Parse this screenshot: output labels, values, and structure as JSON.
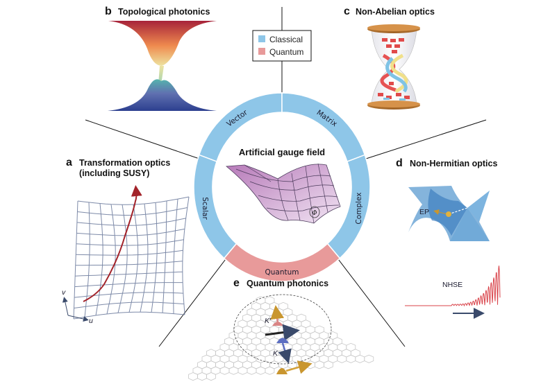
{
  "legend": {
    "items": [
      {
        "label": "Classical",
        "color": "#8ec6e8"
      },
      {
        "label": "Quantum",
        "color": "#e89a9a"
      }
    ]
  },
  "center": {
    "title": "Artificial gauge field",
    "flux_symbol": "Φ"
  },
  "ring": {
    "segments": [
      {
        "label": "Vector",
        "category": "Classical"
      },
      {
        "label": "Matrix",
        "category": "Classical"
      },
      {
        "label": "Complex",
        "category": "Classical"
      },
      {
        "label": "Quantum",
        "category": "Quantum"
      },
      {
        "label": "Scalar",
        "category": "Classical"
      }
    ]
  },
  "panels": {
    "a": {
      "letter": "a",
      "title_line1": "Transformation optics",
      "title_line2": "(including SUSY)",
      "axis_v": "v",
      "axis_u": "u"
    },
    "b": {
      "letter": "b",
      "title": "Topological photonics"
    },
    "c": {
      "letter": "c",
      "title": "Non-Abelian optics"
    },
    "d": {
      "letter": "d",
      "title": "Non-Hermitian optics",
      "ep_label": "EP",
      "nhse_label": "NHSE"
    },
    "e": {
      "letter": "e",
      "title": "Quantum photonics",
      "valley_k_prime": "K′",
      "valley_k": "K"
    }
  },
  "colors": {
    "classical": "#8ec6e8",
    "quantum": "#e89a9a",
    "leader": "#111111",
    "grid": "#7d8aa8",
    "trajectory": "#a3232a",
    "nh_surface": "#5b9bd0",
    "ep_point": "#e3b23c",
    "nhse_curve": "#d9434a",
    "arrow_dark": "#3a4a6b"
  }
}
